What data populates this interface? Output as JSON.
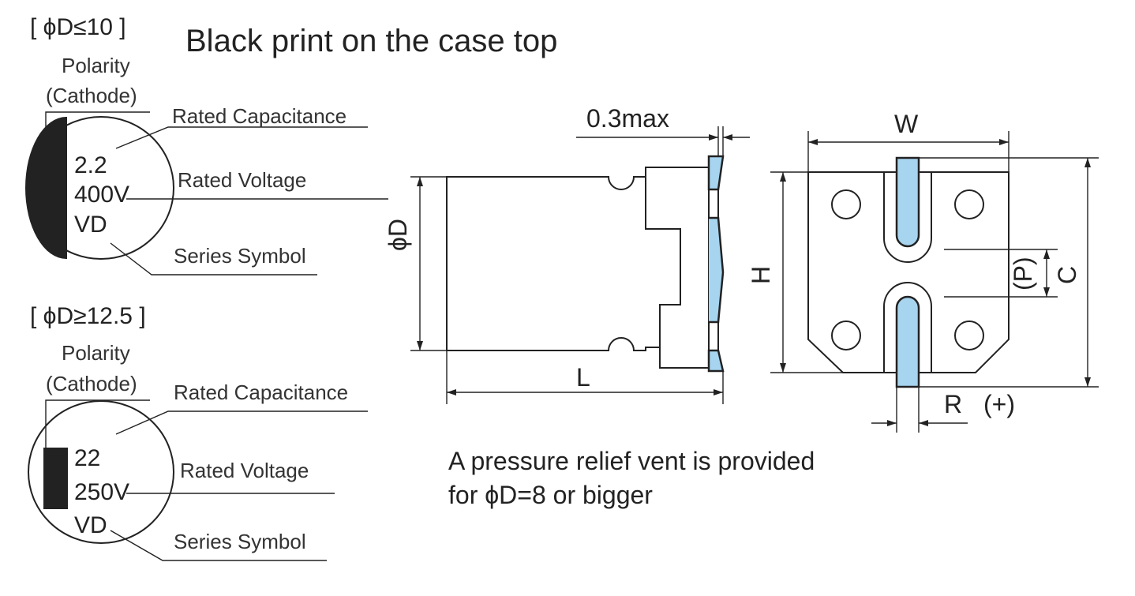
{
  "title": "Black print on the case top",
  "small_case": {
    "header": "[ ϕD≤10 ]",
    "polarity_line1": "Polarity",
    "polarity_line2": "(Cathode)",
    "rated_capacitance_label": "Rated Capacitance",
    "rated_voltage_label": "Rated Voltage",
    "series_symbol_label": "Series Symbol",
    "capacitance": "2.2",
    "voltage": "400V",
    "series": "VD"
  },
  "large_case": {
    "header": "[ ϕD≥12.5 ]",
    "polarity_line1": "Polarity",
    "polarity_line2": "(Cathode)",
    "rated_capacitance_label": "Rated Capacitance",
    "rated_voltage_label": "Rated Voltage",
    "series_symbol_label": "Series Symbol",
    "capacitance": "22",
    "voltage": "250V",
    "series": "VD"
  },
  "side_view": {
    "max_label": "0.3max",
    "diameter_label": "ϕD",
    "length_label": "L"
  },
  "bottom_view": {
    "width_label": "W",
    "height_label": "H",
    "pitch_label": "(P)",
    "overall_label": "C",
    "terminal_label": "R",
    "plus_label": "(+)"
  },
  "note_line1": "A pressure relief vent is provided",
  "note_line2": "for ϕD=8 or bigger",
  "colors": {
    "terminal_fill": "#a7d4ef",
    "line": "#222222"
  }
}
